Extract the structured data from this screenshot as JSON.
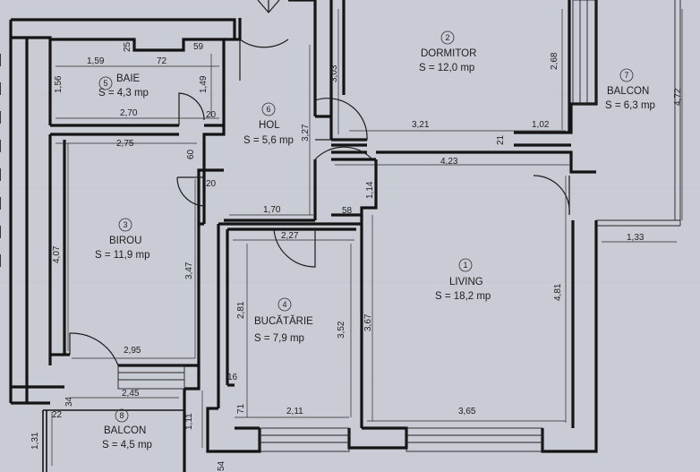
{
  "rooms": [
    {
      "id": "living",
      "number": "1",
      "name": "LIVING",
      "area": "S = 18,2 mp"
    },
    {
      "id": "dormitor",
      "number": "2",
      "name": "DORMITOR",
      "area": "S = 12,0 mp"
    },
    {
      "id": "birou",
      "number": "3",
      "name": "BIROU",
      "area": "S = 11,9 mp"
    },
    {
      "id": "bucatarie",
      "number": "4",
      "name": "BUCĂTĂRIE",
      "area": "S = 7,9 mp"
    },
    {
      "id": "baie",
      "number": "5",
      "name": "BAIE",
      "area": "S = 4,3 mp"
    },
    {
      "id": "hol",
      "number": "6",
      "name": "HOL",
      "area": "S = 5,6 mp"
    },
    {
      "id": "balcon7",
      "number": "7",
      "name": "BALCON",
      "area": "S = 6,3 mp"
    },
    {
      "id": "balcon8",
      "number": "8",
      "name": "BALCON",
      "area": "S = 4,5 mp"
    }
  ],
  "dimensions": {
    "baie_25": "25",
    "baie_59": "59",
    "baie_159": "1,59",
    "baie_72": "72",
    "baie_156": "1,56",
    "baie_149": "1,49",
    "baie_270": "2,70",
    "hol_20a": "20",
    "hol_20b": "20",
    "hol_60": "60",
    "hol_327": "3,27",
    "hol_170": "1,70",
    "hol_303": "3,03",
    "birou_275": "2,75",
    "birou_407": "4,07",
    "birou_347": "3,47",
    "birou_295": "2,95",
    "dorm_268": "2,68",
    "dorm_321": "3,21",
    "dorm_102": "1,02",
    "dorm_21": "21",
    "living_423": "4,23",
    "living_114": "1,14",
    "living_58": "58",
    "living_481": "4,81",
    "living_367": "3,67",
    "living_365": "3,65",
    "balc7_472": "4,72",
    "balc7_133": "1,33",
    "buc_227": "2,27",
    "buc_281": "2,81",
    "buc_352": "3,52",
    "buc_16": "16",
    "buc_71": "71",
    "buc_211": "2,11",
    "balc8_245": "2,45",
    "balc8_34": "34",
    "balc8_22": "22",
    "balc8_131": "1,31",
    "balc8_111": "1,11",
    "balc8_54": "54"
  }
}
